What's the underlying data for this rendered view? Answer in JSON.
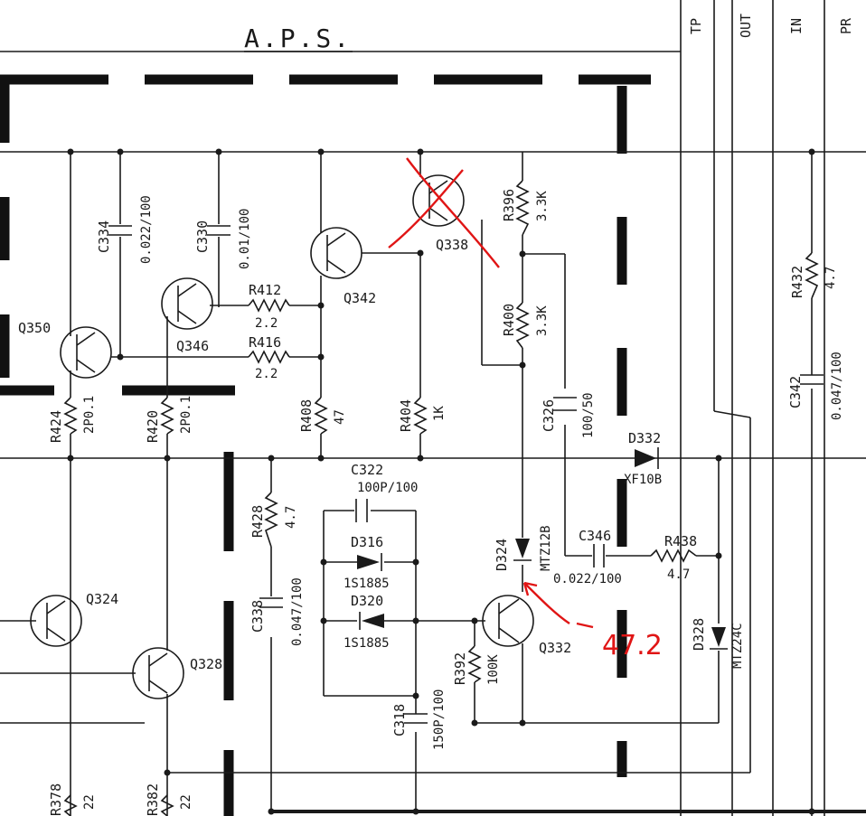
{
  "title": "A.P.S.",
  "connector_labels": [
    "TP",
    "OUT",
    "IN",
    "PR"
  ],
  "transistors": [
    {
      "ref": "Q350"
    },
    {
      "ref": "Q346"
    },
    {
      "ref": "Q342"
    },
    {
      "ref": "Q338"
    },
    {
      "ref": "Q324"
    },
    {
      "ref": "Q328"
    },
    {
      "ref": "Q332"
    }
  ],
  "resistors": [
    {
      "ref": "R412",
      "value": "2.2"
    },
    {
      "ref": "R416",
      "value": "2.2"
    },
    {
      "ref": "R396",
      "value": "3.3K"
    },
    {
      "ref": "R400",
      "value": "3.3K"
    },
    {
      "ref": "R408",
      "value": "47"
    },
    {
      "ref": "R404",
      "value": "1K"
    },
    {
      "ref": "R424",
      "value": "2P0.1"
    },
    {
      "ref": "R420",
      "value": "2P0.1"
    },
    {
      "ref": "R428",
      "value": "4.7"
    },
    {
      "ref": "R432",
      "value": "4.7"
    },
    {
      "ref": "R438",
      "value": "4.7"
    },
    {
      "ref": "R392",
      "value": "100K"
    },
    {
      "ref": "R378",
      "value": "22"
    },
    {
      "ref": "R382",
      "value": "22"
    }
  ],
  "capacitors": [
    {
      "ref": "C334",
      "value": "0.022/100"
    },
    {
      "ref": "C330",
      "value": "0.01/100"
    },
    {
      "ref": "C326",
      "value": "100/50"
    },
    {
      "ref": "C322",
      "value": "100P/100"
    },
    {
      "ref": "C338",
      "value": "0.047/100"
    },
    {
      "ref": "C342",
      "value": "0.047/100"
    },
    {
      "ref": "C346",
      "value": "0.022/100"
    },
    {
      "ref": "C318",
      "value": "150P/100"
    }
  ],
  "diodes": [
    {
      "ref": "D316",
      "value": "1S1885"
    },
    {
      "ref": "D320",
      "value": "1S1885"
    },
    {
      "ref": "D324",
      "value": "MTZ12B"
    },
    {
      "ref": "D328",
      "value": "MTZ24C"
    },
    {
      "ref": "D332",
      "value": "XF10B"
    }
  ],
  "annotation": {
    "text": "47.2",
    "color": "#e01515"
  }
}
